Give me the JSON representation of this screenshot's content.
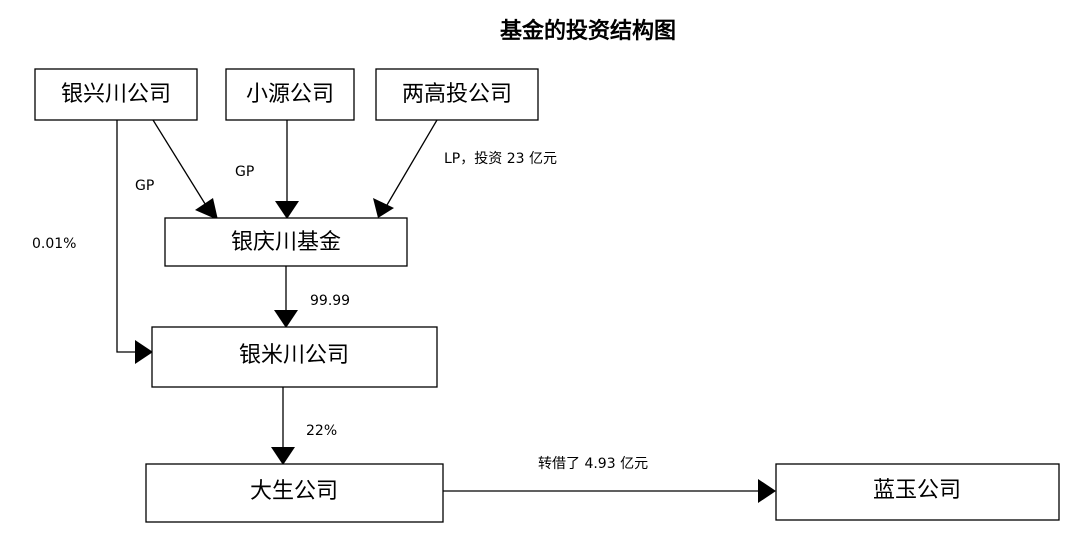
{
  "title": "基金的投资结构图",
  "nodes": {
    "yinxingchuan": "银兴川公司",
    "xiaoyuan": "小源公司",
    "lianggaotou": "两高投公司",
    "yinqingchuan_fund": "银庆川基金",
    "yinmichuan": "银米川公司",
    "dasheng": "大生公司",
    "lanyu": "蓝玉公司"
  },
  "edges": {
    "yinxingchuan_to_fund": "GP",
    "xiaoyuan_to_fund": "GP",
    "lianggaotou_to_fund": "LP，投资 23 亿元",
    "yinxingchuan_to_yinmichuan": "0.01%",
    "fund_to_yinmichuan": "99.99",
    "yinmichuan_to_dasheng": "22%",
    "dasheng_to_lanyu": "转借了 4.93 亿元"
  }
}
